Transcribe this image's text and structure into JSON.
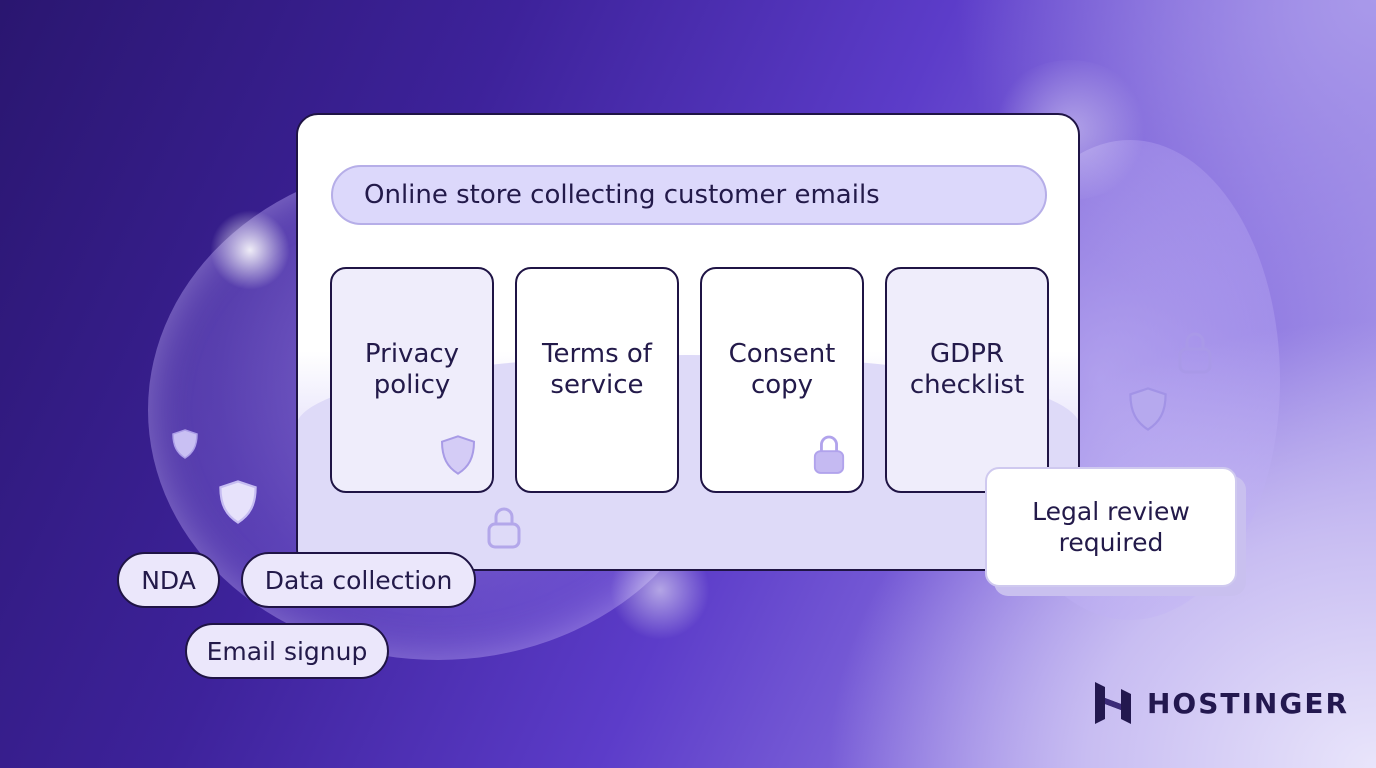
{
  "prompt": {
    "text": "Online store collecting customer emails"
  },
  "cards": [
    {
      "label": "Privacy\npolicy"
    },
    {
      "label": "Terms of\nservice"
    },
    {
      "label": "Consent\ncopy"
    },
    {
      "label": "GDPR\nchecklist"
    }
  ],
  "chips": [
    {
      "label": "NDA"
    },
    {
      "label": "Data collection"
    },
    {
      "label": "Email signup"
    }
  ],
  "review": {
    "label": "Legal review\nrequired"
  },
  "brand": {
    "name": "HOSTINGER"
  },
  "icons": [
    "shield-icon",
    "lock-icon"
  ],
  "colors": {
    "ink": "#1f1445",
    "accent": "#b6aee8",
    "card_tint": "#efedfb"
  }
}
